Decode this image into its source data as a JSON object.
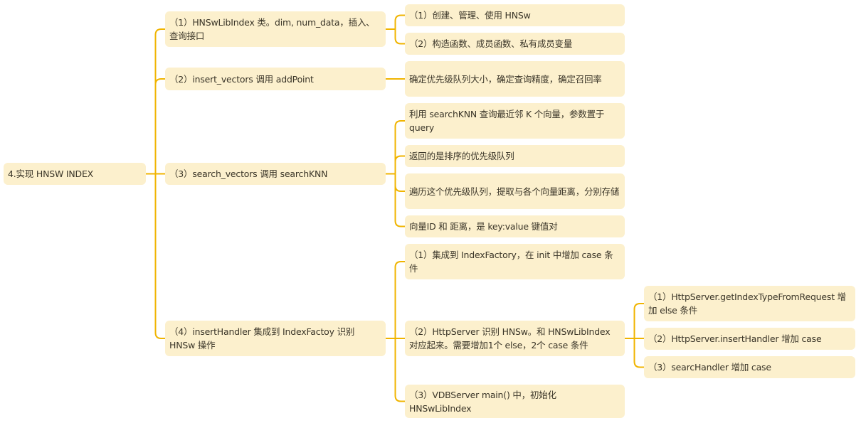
{
  "colors": {
    "line": "#f0b400",
    "node_fill": "#fcf0cd",
    "text": "#3a3528"
  },
  "root": "4.实现 HNSW INDEX",
  "branches": [
    {
      "label": "（1）HNSwLibIndex 类。dim, num_data，插入、查询接口",
      "children": [
        "（1）创建、管理、使用 HNSw",
        "（2）构造函数、成员函数、私有成员变量"
      ]
    },
    {
      "label": "（2）insert_vectors  调用 addPoint",
      "children": [
        "确定优先级队列大小，确定查询精度，确定召回率"
      ]
    },
    {
      "label": "（3）search_vectors 调用 searchKNN",
      "children": [
        "利用 searchKNN 查询最近邻 K 个向量，参数置于 query",
        "返回的是排序的优先级队列",
        "遍历这个优先级队列，提取与各个向量距离，分别存储",
        "向量ID 和 距离，是 key:value 键值对"
      ]
    },
    {
      "label": "（4）insertHandler 集成到 IndexFactoy 识别 HNSw 操作",
      "children": [
        "（1）集成到 IndexFactory，在 init 中增加 case 条件",
        "（2）HttpServer 识别 HNSw。和 HNSwLibIndex 对应起来。需要增加1个 else，2个 case 条件",
        "（3）VDBServer main() 中，初始化 HNSwLibIndex"
      ],
      "grandchildren": [
        "（1）HttpServer.getIndexTypeFromRequest 增加 else 条件",
        "（2）HttpServer.insertHandler 增加 case",
        "（3）searcHandler 增加 case"
      ]
    }
  ]
}
